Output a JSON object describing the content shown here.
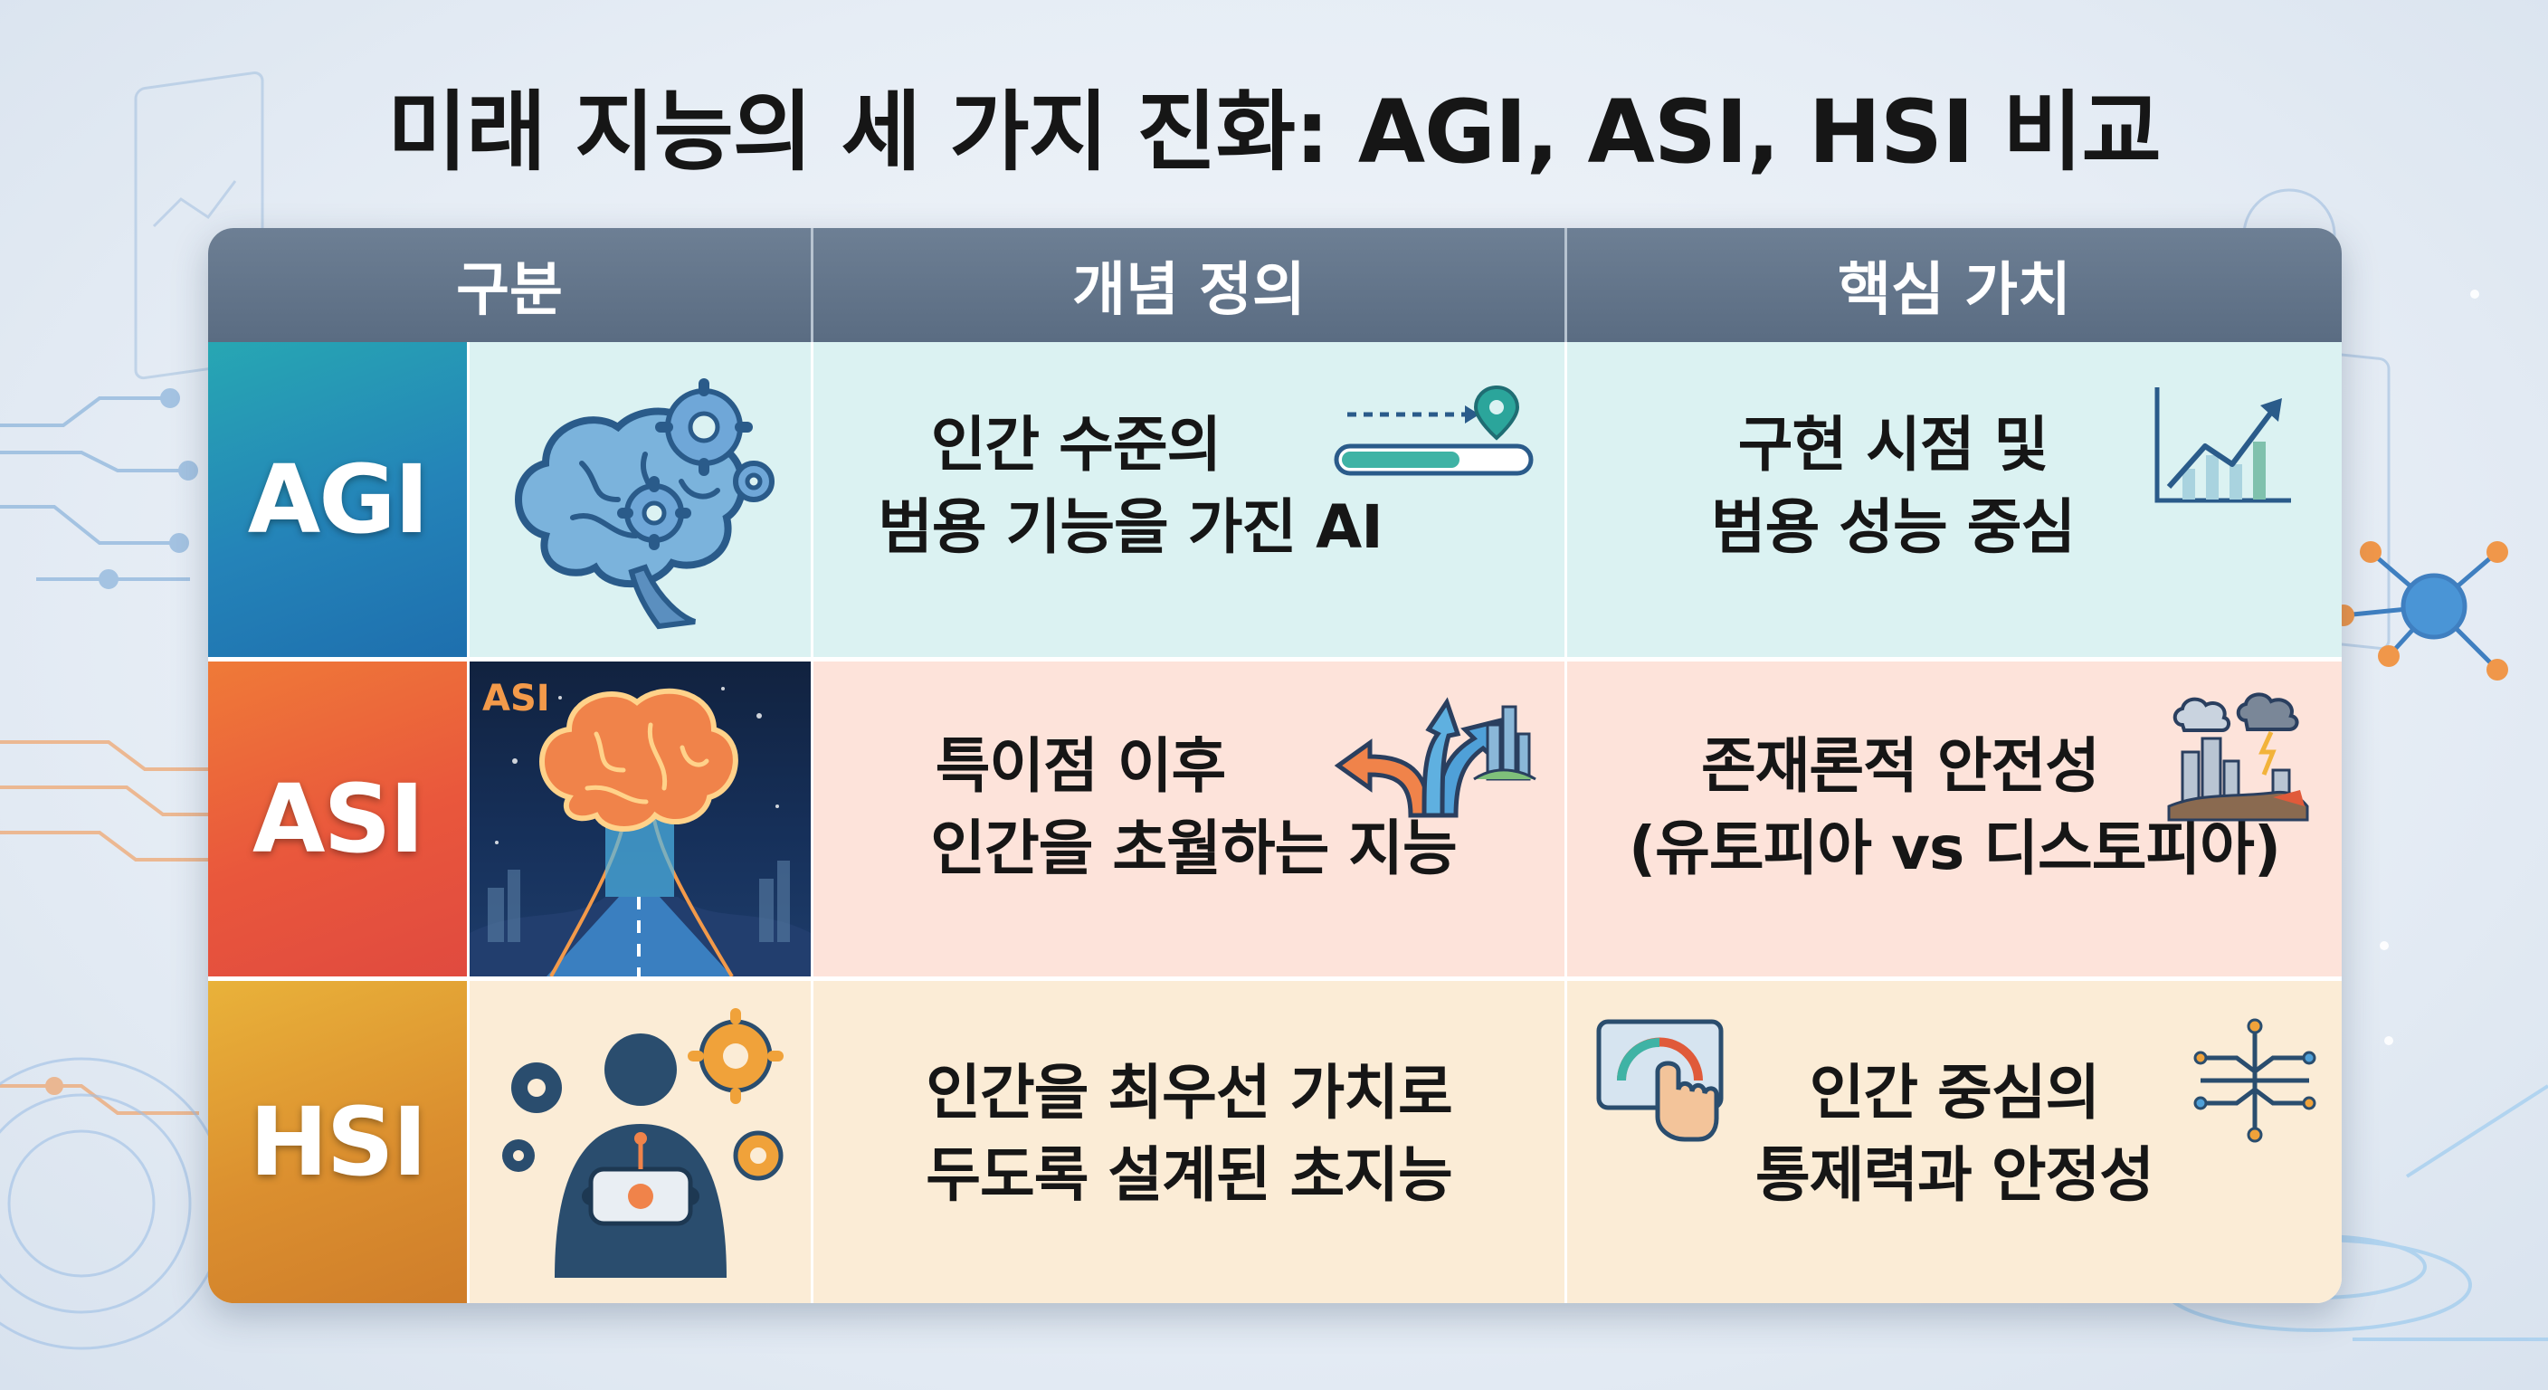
{
  "title": "미래 지능의 세 가지 진화: AGI, ASI, HSI 비교",
  "headers": [
    "구분",
    "개념 정의",
    "핵심 가치"
  ],
  "rows": [
    {
      "label": "AGI",
      "definition": [
        "인간 수준의",
        "범용 기능을 가진 AI"
      ],
      "value": [
        "구현 시점 및",
        "범용 성능 중심"
      ],
      "color": "#2489b6",
      "background": "#dbf2f2"
    },
    {
      "label": "ASI",
      "image_label": "ASI",
      "definition": [
        "특이점 이후",
        "인간을 초월하는 지능"
      ],
      "value": [
        "존재론적 안전성",
        "(유토피아 vs 디스토피아)"
      ],
      "color": "#e9573c",
      "background": "#fde3da"
    },
    {
      "label": "HSI",
      "definition": [
        "인간을 최우선 가치로",
        "두도록 설계된 초지능"
      ],
      "value": [
        "인간 중심의",
        "통제력과 안정성"
      ],
      "color": "#db8f2f",
      "background": "#fbecd6"
    }
  ],
  "icons": {
    "agi_image": "brain-gears-icon",
    "agi_definition": "progress-bar-pin-icon",
    "agi_value": "growth-chart-icon",
    "asi_image": "glowing-brain-road-icon",
    "asi_definition": "diverging-arrows-icon",
    "asi_value": "city-storm-icon",
    "hsi_image": "person-controller-gears-icon",
    "hsi_value_left": "touch-control-panel-icon",
    "hsi_value_right": "circuit-node-icon"
  }
}
